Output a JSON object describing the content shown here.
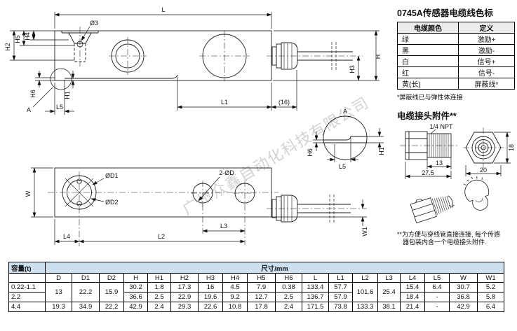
{
  "watermark": {
    "text": "广州众鑫自动化科技有限公司",
    "color": "#c4c4c4"
  },
  "drawing": {
    "labels": {
      "L": "L",
      "L1": "L1",
      "dim16": "(16)",
      "H": "H",
      "H1": "H1",
      "H2": "H2",
      "H3": "H3",
      "H4": "H4",
      "H5": "H5",
      "H6": "H6",
      "L5": "L5",
      "A": "A",
      "dia3": "Ø3",
      "W": "W",
      "W1": "W1",
      "L2": "L2",
      "L3": "L3",
      "L4": "L4",
      "dD1": "ØD1",
      "dD2": "ØD2",
      "twoD": "2-ØD"
    }
  },
  "cable_panel": {
    "title": "0745A传感器电缆线色标",
    "table": {
      "headers": [
        "电缆颜色",
        "定义"
      ],
      "rows": [
        {
          "color": "绿",
          "def": "激励+"
        },
        {
          "color": "黑",
          "def": "激励-"
        },
        {
          "color": "白",
          "def": "信号+"
        },
        {
          "color": "红",
          "def": "信号-"
        },
        {
          "color": "黄(长)",
          "def": "屏蔽线*"
        }
      ]
    },
    "footnote": "*屏蔽线已与弹性体连接",
    "connector_heading": "电缆接头附件**",
    "connector_labels": {
      "npt": "1/4 NPT",
      "d13": "13",
      "d27": "27.5",
      "d20": "20",
      "d18": "18"
    },
    "connector_footnote_1": "**为方便与穿线管直接连接, 每个传感",
    "connector_footnote_2": "器包装内含一个电缆接头附件."
  },
  "dim_table": {
    "capacity_header": "容量(t)",
    "size_header": "尺寸/mm",
    "header_color": "#cce0ef",
    "columns": [
      "D",
      "D1",
      "D2",
      "H",
      "H1",
      "H2",
      "H3",
      "H4",
      "H5",
      "H6",
      "L",
      "L1",
      "L2",
      "L3",
      "L4",
      "L5",
      "W",
      "W1"
    ],
    "rows": [
      {
        "capacity": "0.22-1.1",
        "D": "13",
        "D1": "22.2",
        "D2": "15.9",
        "H": "30.2",
        "H1": "1.8",
        "H2": "17.3",
        "H3": "16",
        "H4": "4.5",
        "H5": "7.9",
        "H6": "0.38",
        "L": "133.4",
        "L1": "57.7",
        "L2": "101.6",
        "L3": "25.4",
        "L4": "15.4",
        "L5": "6.4",
        "W": "30.7",
        "W1": "5.2"
      },
      {
        "capacity": "2.2",
        "H": "36.6",
        "H1": "2.5",
        "H2": "22.9",
        "H3": "19.6",
        "H4": "9.2",
        "H5": "12.7",
        "H6": "2.5",
        "L": "136.7",
        "L1": "57.9",
        "L4": "18.4",
        "L5": "-",
        "W": "36.8",
        "W1": "5.8"
      },
      {
        "capacity": "4.4",
        "D": "19.3",
        "D1": "34.9",
        "D2": "22.2",
        "H": "42.9",
        "H1": "2.4",
        "H2": "29.3",
        "H3": "22.6",
        "H4": "10.8",
        "H5": "17.8",
        "H6": "2.4",
        "L": "171.5",
        "L1": "73.8",
        "L2": "133.3",
        "L3": "38.1",
        "L4": "21.4",
        "L5": "-",
        "W": "42.9",
        "W1": "6.4"
      }
    ]
  }
}
